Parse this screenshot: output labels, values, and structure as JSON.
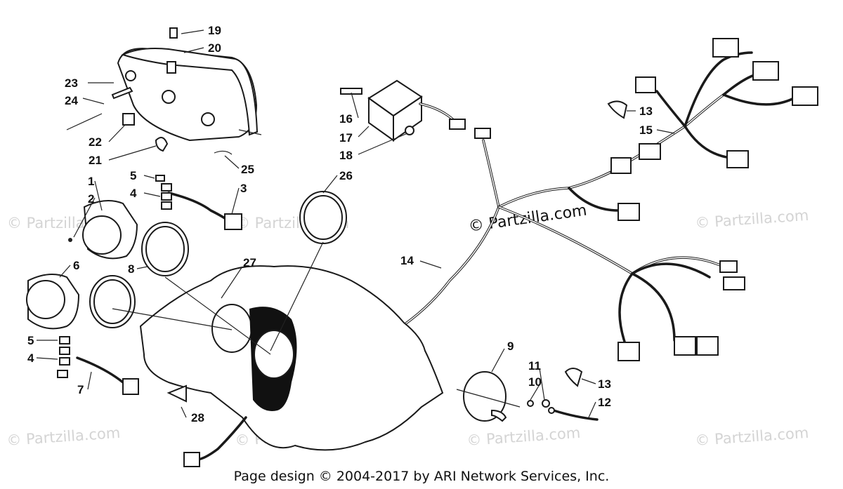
{
  "watermarks": {
    "side": "© Partzilla.com",
    "center": "© Partzilla.com"
  },
  "callouts": [
    {
      "id": "c19",
      "label": "19"
    },
    {
      "id": "c20",
      "label": "20"
    },
    {
      "id": "c23",
      "label": "23"
    },
    {
      "id": "c24",
      "label": "24"
    },
    {
      "id": "c22",
      "label": "22"
    },
    {
      "id": "c21",
      "label": "21"
    },
    {
      "id": "c25",
      "label": "25"
    },
    {
      "id": "c16",
      "label": "16"
    },
    {
      "id": "c17",
      "label": "17"
    },
    {
      "id": "c18",
      "label": "18"
    },
    {
      "id": "c26",
      "label": "26"
    },
    {
      "id": "c13a",
      "label": "13"
    },
    {
      "id": "c15",
      "label": "15"
    },
    {
      "id": "c1",
      "label": "1"
    },
    {
      "id": "c2",
      "label": "2"
    },
    {
      "id": "c5a",
      "label": "5"
    },
    {
      "id": "c4a",
      "label": "4"
    },
    {
      "id": "c3",
      "label": "3"
    },
    {
      "id": "c6",
      "label": "6"
    },
    {
      "id": "c8",
      "label": "8"
    },
    {
      "id": "c27",
      "label": "27"
    },
    {
      "id": "c14",
      "label": "14"
    },
    {
      "id": "c5b",
      "label": "5"
    },
    {
      "id": "c4b",
      "label": "4"
    },
    {
      "id": "c7",
      "label": "7"
    },
    {
      "id": "c28",
      "label": "28"
    },
    {
      "id": "c9",
      "label": "9"
    },
    {
      "id": "c11",
      "label": "11"
    },
    {
      "id": "c10",
      "label": "10"
    },
    {
      "id": "c13b",
      "label": "13"
    },
    {
      "id": "c12",
      "label": "12"
    }
  ],
  "footer": {
    "text": "Page design © 2004-2017 by ARI Network Services, Inc."
  }
}
